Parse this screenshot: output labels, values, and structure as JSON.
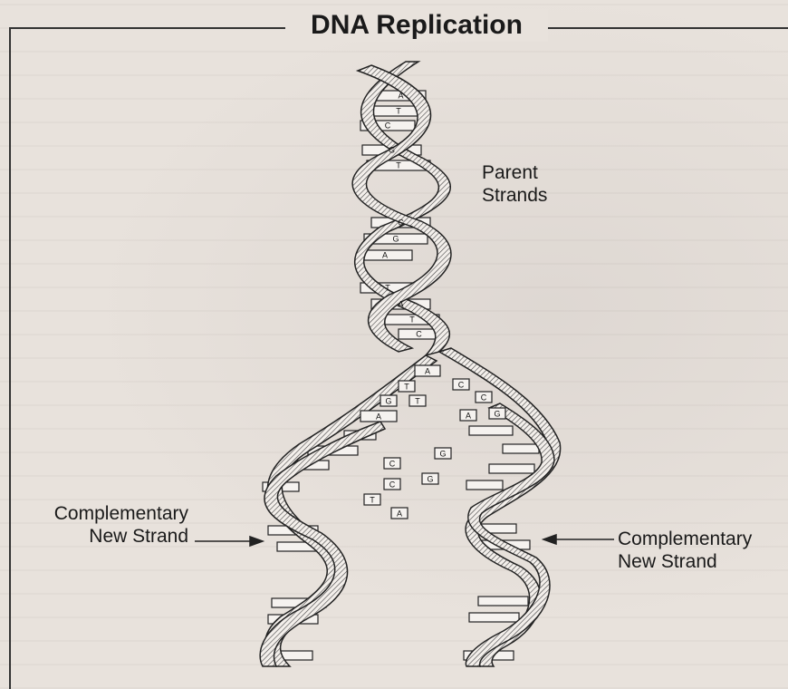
{
  "title": "DNA Replication",
  "labels": {
    "parent": [
      "Parent",
      "Strands"
    ],
    "left": [
      "Complementary",
      "New Strand"
    ],
    "right": [
      "Complementary",
      "New Strand"
    ]
  },
  "bases": {
    "parent": [
      "A",
      "T",
      "C",
      "G",
      "T",
      "C",
      "G",
      "A",
      "T"
    ],
    "free": [
      "A",
      "T",
      "C",
      "G",
      "T",
      "C",
      "A",
      "A",
      "G",
      "C",
      "G",
      "C",
      "G",
      "T"
    ]
  },
  "colors": {
    "ink": "#1a1a1a",
    "paper": "#e8e2dc",
    "ribbon": "#f4f1ee"
  }
}
